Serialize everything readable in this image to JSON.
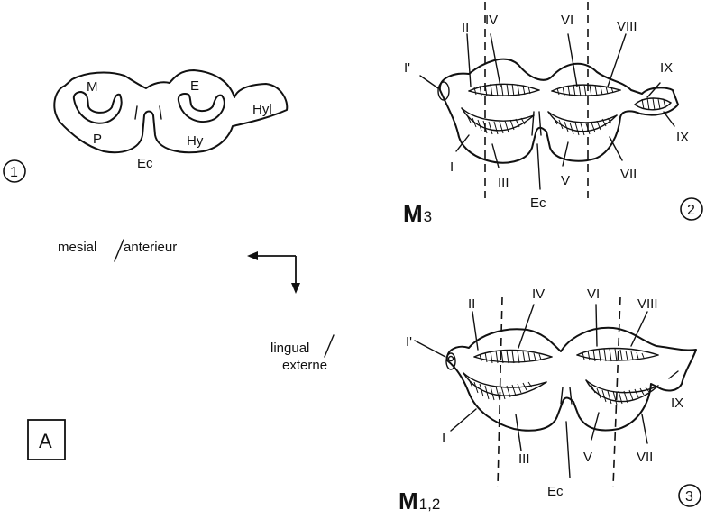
{
  "figure_label": "A",
  "orientation": {
    "mesial": "mesial",
    "anterior": "anterieur",
    "lingual": "lingual",
    "external": "externe"
  },
  "panel1": {
    "number": "1",
    "cusps": {
      "M": "M",
      "P": "P",
      "E": "E",
      "Hy": "Hy",
      "Hyl": "Hyl",
      "Ec": "Ec"
    }
  },
  "panel2": {
    "number": "2",
    "tooth": "M",
    "tooth_sub": "3",
    "labels": {
      "I_prime": "I'",
      "II": "II",
      "IV": "IV",
      "VI": "VI",
      "VIII": "VIII",
      "IX_top": "IX",
      "IX_right": "IX",
      "I": "I",
      "III": "III",
      "Ec": "Ec",
      "V": "V",
      "VII": "VII"
    }
  },
  "panel3": {
    "number": "3",
    "tooth": "M",
    "tooth_sub": "1,2",
    "labels": {
      "I_prime": "I'",
      "II": "II",
      "IV": "IV",
      "VI": "VI",
      "VIII": "VIII",
      "IX": "IX",
      "I": "I",
      "III": "III",
      "Ec": "Ec",
      "V": "V",
      "VII": "VII"
    }
  }
}
